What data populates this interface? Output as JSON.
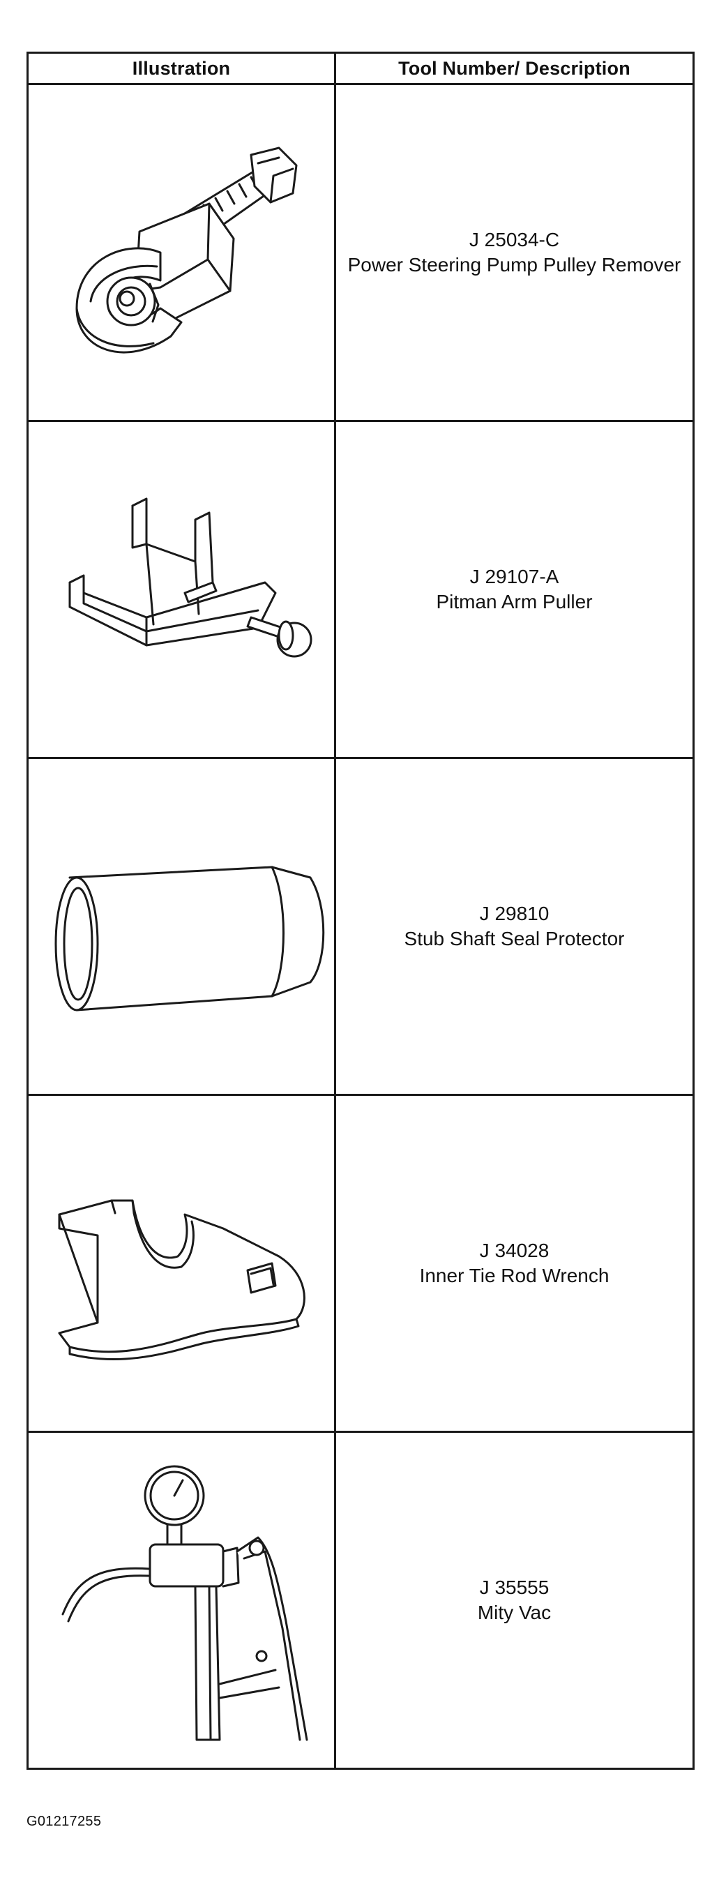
{
  "table": {
    "headers": {
      "illustration": "Illustration",
      "tool": "Tool Number/ Description"
    },
    "rows": [
      {
        "icon": "pulley-remover-icon",
        "number": "J 25034-C",
        "description": "Power Steering Pump Pulley Remover"
      },
      {
        "icon": "pitman-arm-puller-icon",
        "number": "J 29107-A",
        "description": "Pitman Arm Puller"
      },
      {
        "icon": "seal-protector-icon",
        "number": "J 29810",
        "description": "Stub Shaft Seal Protector"
      },
      {
        "icon": "tie-rod-wrench-icon",
        "number": "J 34028",
        "description": "Inner Tie Rod Wrench"
      },
      {
        "icon": "mity-vac-icon",
        "number": "J 35555",
        "description": "Mity Vac"
      }
    ]
  },
  "footer": {
    "code": "G01217255"
  }
}
